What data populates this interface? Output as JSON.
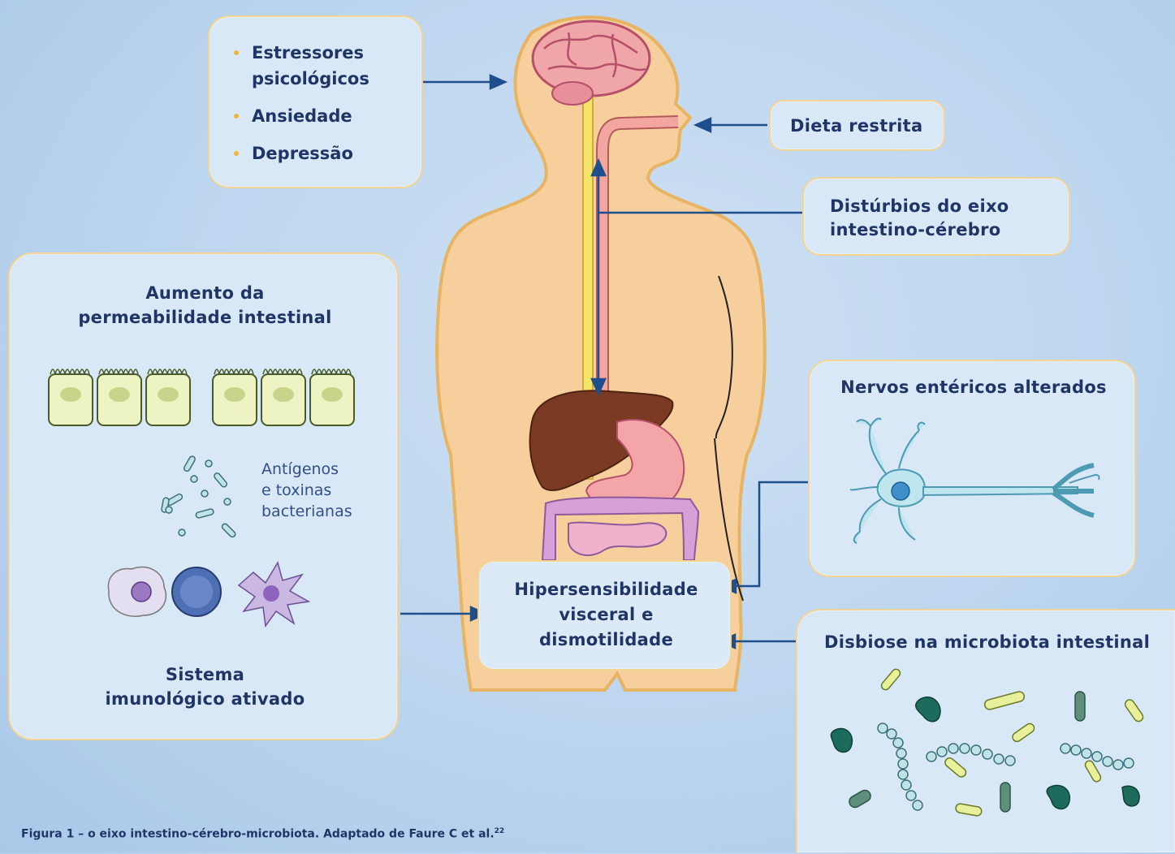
{
  "stressors": {
    "items": [
      "Estressores psicológicos",
      "Ansiedade",
      "Depressão"
    ]
  },
  "diet": {
    "label": "Dieta restrita"
  },
  "axis": {
    "line1": "Distúrbios do eixo",
    "line2": "intestino-cérebro"
  },
  "permeability": {
    "title_line1": "Aumento da",
    "title_line2": "permeabilidade intestinal",
    "antigens_line1": "Antígenos",
    "antigens_line2": "e toxinas",
    "antigens_line3": "bacterianas",
    "immune_line1": "Sistema",
    "immune_line2": "imunológico ativado"
  },
  "hypersensitivity": {
    "line1": "Hipersensibilidade",
    "line2": "visceral e",
    "line3": "dismotilidade"
  },
  "enteric": {
    "title": "Nervos entéricos alterados"
  },
  "dysbiosis": {
    "title": "Disbiose na microbiota intestinal"
  },
  "caption": {
    "text": "Figura 1 – o eixo intestino-cérebro-microbiota. Adaptado de Faure C et al.",
    "ref": "22"
  },
  "colors": {
    "box_border": "#f2d595",
    "box_fill": "#d9e8f7",
    "arrow": "#1f4e8c",
    "text": "#1f3566"
  }
}
